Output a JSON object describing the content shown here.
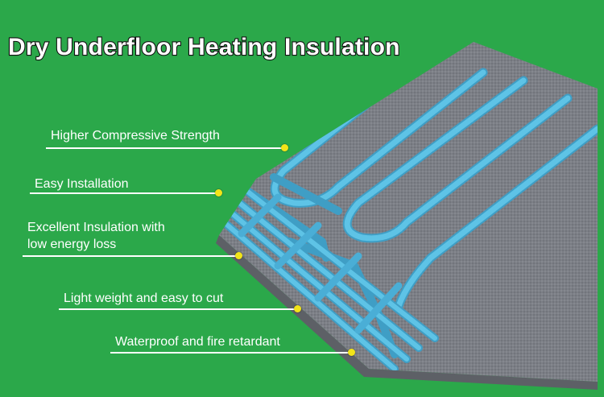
{
  "title": "Dry Underfloor Heating Insulation",
  "features": [
    {
      "lines": [
        "Higher Compressive Strength"
      ]
    },
    {
      "lines": [
        "Easy Installation"
      ]
    },
    {
      "lines": [
        "Excellent Insulation with",
        "low energy loss"
      ]
    },
    {
      "lines": [
        "Light weight and easy to cut"
      ]
    },
    {
      "lines": [
        "Waterproof and fire retardant"
      ]
    }
  ],
  "colors": {
    "background": "#2ba84a",
    "board": "#7c7f86",
    "groove": "#4fb3d9",
    "leader_dot": "#f2e418",
    "text": "#ffffff"
  }
}
